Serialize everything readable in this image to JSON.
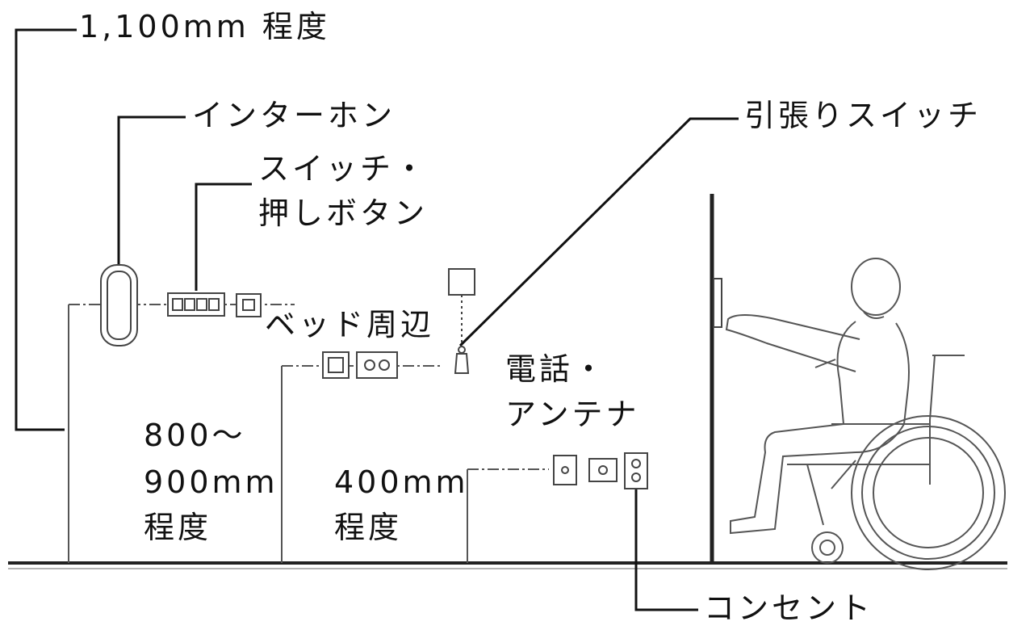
{
  "labels": {
    "height_1100": "1,100mm 程度",
    "intercom": "インターホン",
    "switch_line1": "スイッチ・",
    "switch_line2": "押しボタン",
    "pull_switch": "引張りスイッチ",
    "bed_area": "ベッド周辺",
    "phone_line1": "電話・",
    "phone_line2": "アンテナ",
    "height_800_line1": "800～",
    "height_800_line2": "900mm",
    "height_800_line3": "程度",
    "height_400_line1": "400mm",
    "height_400_line2": "程度",
    "outlet": "コンセント"
  },
  "icons": {
    "intercom": "intercom-icon",
    "switch_panel": "switch-panel-icon",
    "push_button": "push-button-icon",
    "outlet": "outlet-icon",
    "pull_switch": "pull-switch-icon",
    "wheelchair_user": "wheelchair-user-figure"
  },
  "colors": {
    "line": "#111111",
    "dim_line": "#555555",
    "background": "#ffffff"
  }
}
